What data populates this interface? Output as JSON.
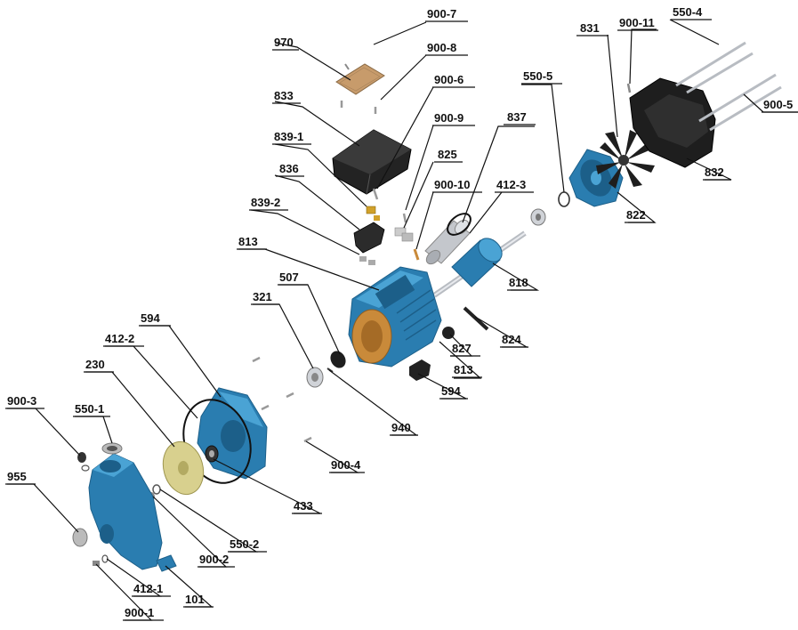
{
  "labels": {
    "l_900_7": "900-7",
    "l_970": "970",
    "l_900_8": "900-8",
    "l_833": "833",
    "l_900_6": "900-6",
    "l_900_9": "900-9",
    "l_839_1": "839-1",
    "l_825": "825",
    "l_836": "836",
    "l_900_10": "900-10",
    "l_412_3": "412-3",
    "l_839_2": "839-2",
    "l_837": "837",
    "l_550_5": "550-5",
    "l_831": "831",
    "l_900_11": "900-11",
    "l_550_4": "550-4",
    "l_900_5": "900-5",
    "l_832": "832",
    "l_822": "822",
    "l_818": "818",
    "l_813a": "813",
    "l_813b": "813",
    "l_507": "507",
    "l_824": "824",
    "l_827": "827",
    "l_321": "321",
    "l_594a": "594",
    "l_594b": "594",
    "l_412_2": "412-2",
    "l_230": "230",
    "l_940": "940",
    "l_900_4": "900-4",
    "l_900_3": "900-3",
    "l_550_1": "550-1",
    "l_433": "433",
    "l_955": "955",
    "l_550_2": "550-2",
    "l_900_2": "900-2",
    "l_412_1": "412-1",
    "l_101": "101",
    "l_900_1": "900-1"
  },
  "colors": {
    "pump_blue": "#2a7db0",
    "pump_blue_dark": "#1c5f89",
    "pump_blue_light": "#4aa3d4",
    "cover_black": "#1e1e1e",
    "plate_tan": "#c79b6b",
    "impeller_yellow": "#d8d08e",
    "copper": "#c98a3a",
    "steel": "#b8bcc2",
    "ink": "#111111"
  }
}
